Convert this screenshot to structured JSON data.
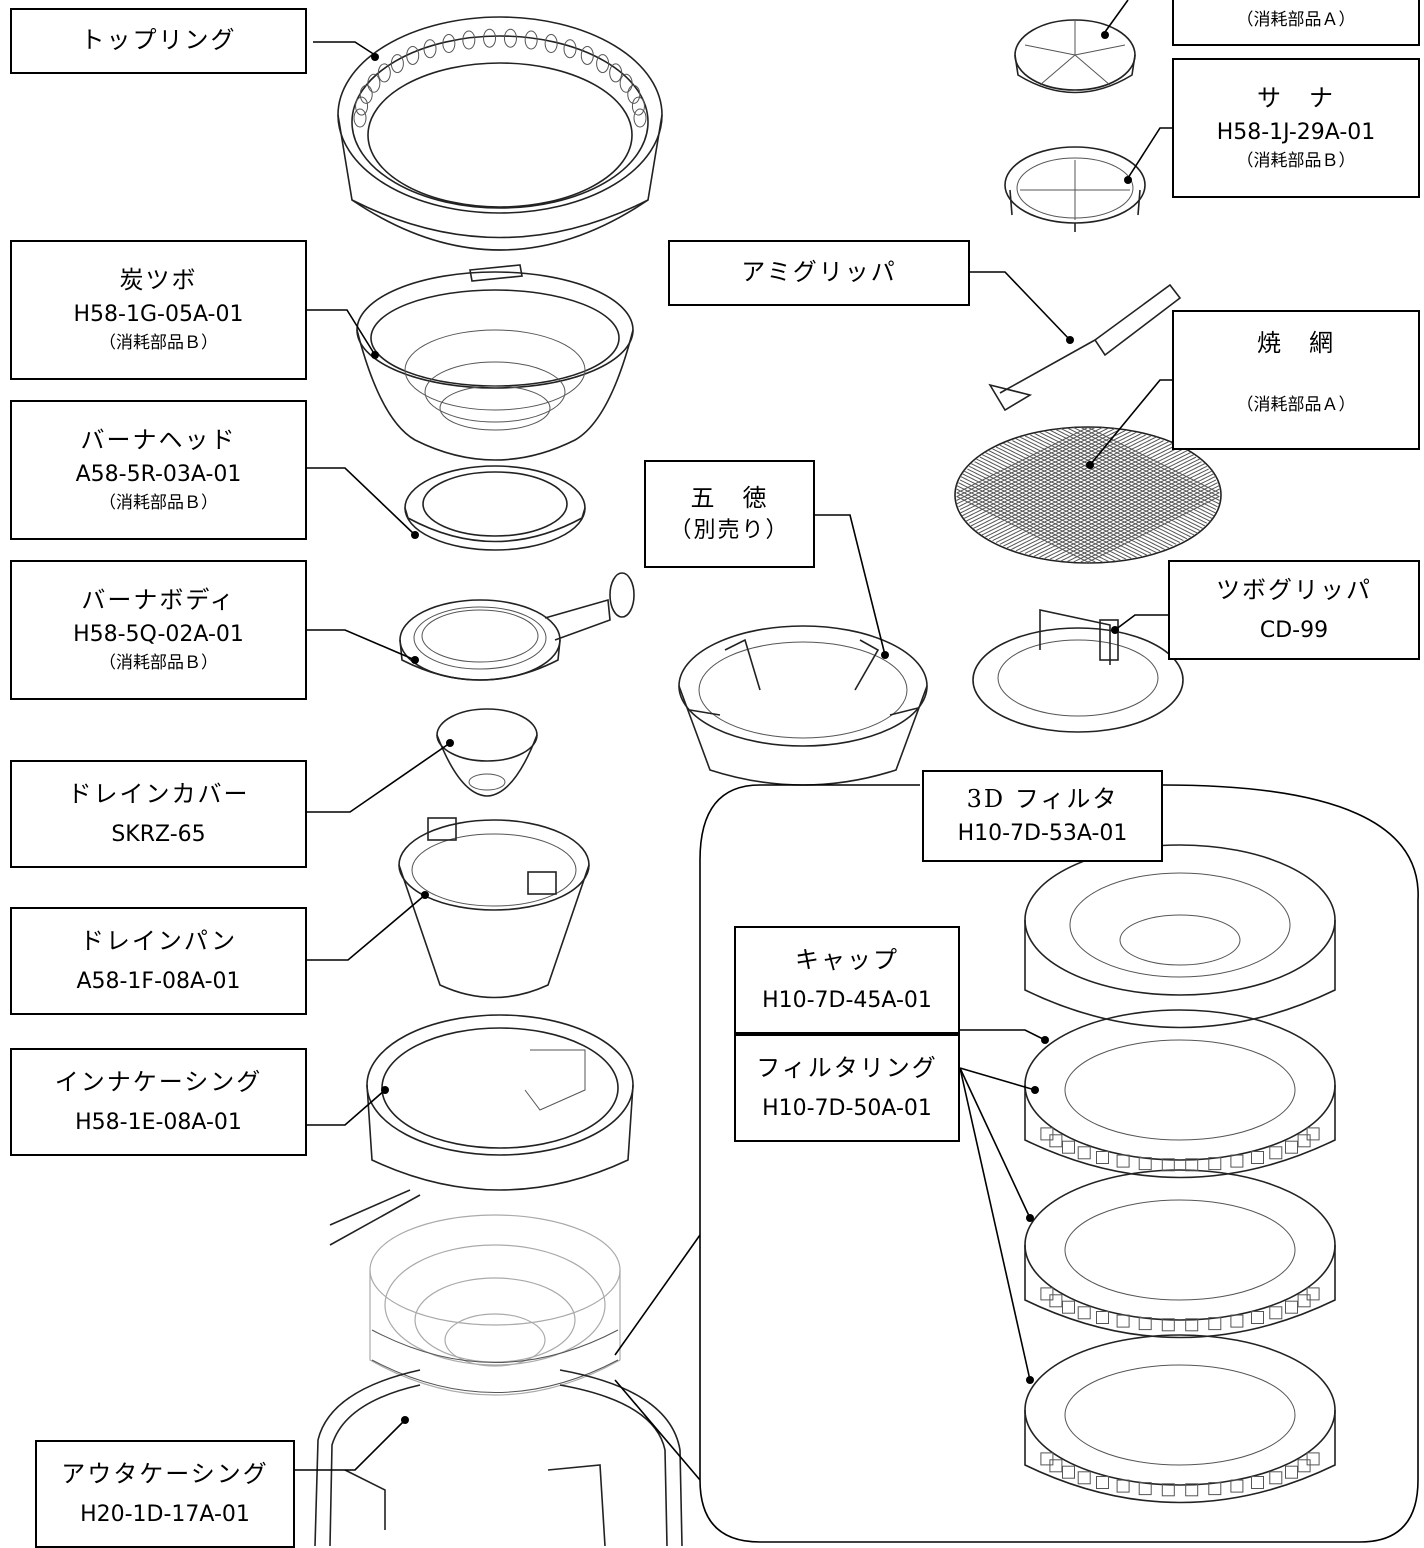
{
  "labels": {
    "topping": {
      "name": "トップリング"
    },
    "sumitsubo": {
      "name": "炭ツボ",
      "part_no": "H58-1G-05A-01",
      "note": "（消耗部品Ｂ）"
    },
    "burner_head": {
      "name": "バーナヘッド",
      "part_no": "A58-5R-03A-01",
      "note": "（消耗部品Ｂ）"
    },
    "burner_body": {
      "name": "バーナボディ",
      "part_no": "H58-5Q-02A-01",
      "note": "（消耗部品Ｂ）"
    },
    "drain_cover": {
      "name": "ドレインカバー",
      "part_no": "SKRZ-65"
    },
    "drain_pan": {
      "name": "ドレインパン",
      "part_no": "A58-1F-08A-01"
    },
    "inner_casing": {
      "name": "インナケーシング",
      "part_no": "H58-1E-08A-01"
    },
    "outer_casing": {
      "name": "アウタケーシング",
      "part_no": "H20-1D-17A-01"
    },
    "top_right_note": {
      "note": "（消耗部品Ａ）"
    },
    "sana": {
      "name": "サ　ナ",
      "part_no": "H58-1J-29A-01",
      "note": "（消耗部品Ｂ）"
    },
    "ami_gripper": {
      "name": "アミグリッパ"
    },
    "yakiami": {
      "name": "焼　網",
      "note": "（消耗部品Ａ）"
    },
    "gotoku": {
      "name": "五　徳",
      "note": "（別売り）"
    },
    "tsubo_gripper": {
      "name": "ツボグリッパ",
      "part_no": "CD-99"
    },
    "filter_3d": {
      "name": "3D フィルタ",
      "part_no": "H10-7D-53A-01"
    },
    "cap": {
      "name": "キャップ",
      "part_no": "H10-7D-45A-01"
    },
    "filter_ring": {
      "name": "フィルタリング",
      "part_no": "H10-7D-50A-01"
    }
  }
}
